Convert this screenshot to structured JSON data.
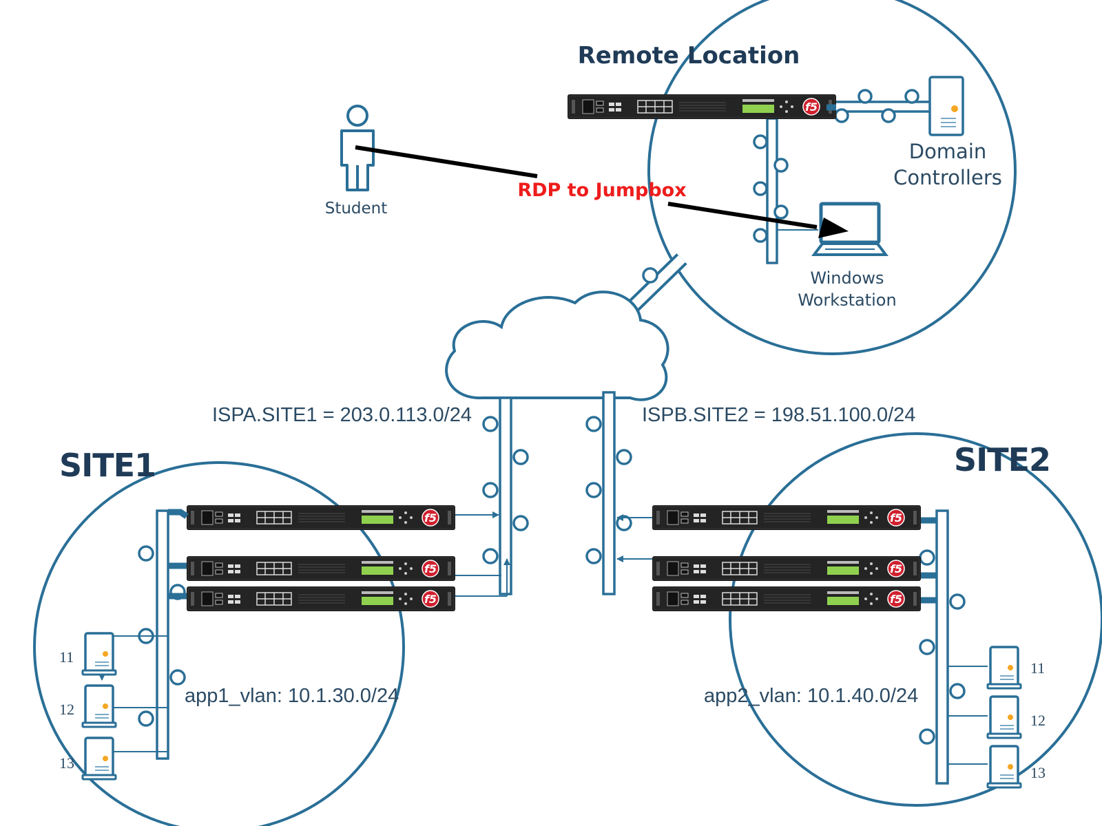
{
  "title": "Remote Location",
  "sites": {
    "site1": {
      "label": "SITE1",
      "network": "ISPA.SITE1 = 203.0.113.0/24",
      "vlan": "app1_vlan: 10.1.30.0/24",
      "servers": [
        "11",
        "12",
        "13"
      ]
    },
    "site2": {
      "label": "SITE2",
      "network": "ISPB.SITE2 = 198.51.100.0/24",
      "vlan": "app2_vlan: 10.1.40.0/24",
      "servers": [
        "11",
        "12",
        "13"
      ]
    }
  },
  "remote": {
    "domain_controllers": [
      "Domain",
      "Controllers"
    ],
    "workstation": [
      "Windows",
      "Workstation"
    ]
  },
  "student": "Student",
  "rdp_label": "RDP to Jumpbox",
  "colors": {
    "line": "#2a6f97",
    "title": "#1f3b57",
    "rdp": "#ee1c1c",
    "appliance": "#1a1a1a",
    "f5_logo": "#d0202e",
    "lcd": "#8fd14f",
    "server_dot": "#f5a623"
  }
}
